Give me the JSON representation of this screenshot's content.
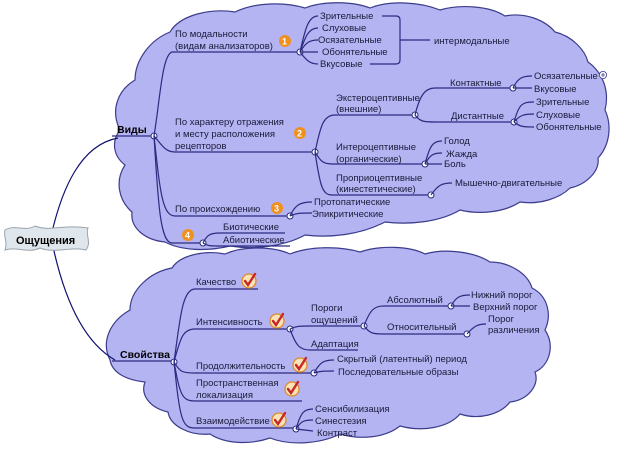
{
  "colors": {
    "cloud_fill": "#b4b4f2",
    "cloud_stroke": "#3c3c8c",
    "line": "#2b2b80",
    "badge": "#f0901e",
    "check": "#c0392b"
  },
  "root": {
    "label": "Ощущения"
  },
  "types": {
    "label": "Виды",
    "modality": {
      "label_line1": "По модальности",
      "label_line2": "(видам анализаторов)",
      "badge": "1",
      "items": [
        "Зрительные",
        "Слуховые",
        "Осязательные",
        "Обонятельные",
        "Вкусовые"
      ],
      "intermodal": "интермодальные"
    },
    "receptors": {
      "label_line1": "По характеру отражения",
      "label_line2": "и месту расположения",
      "label_line3": "рецепторов",
      "badge": "2",
      "extero": {
        "label_line1": "Экстероцептивные",
        "label_line2": "(внешние)",
        "contact": {
          "label": "Контактные",
          "items": [
            "Осязательные",
            "Вкусовые"
          ],
          "expand_icon": "plus-circle-icon"
        },
        "distant": {
          "label": "Дистантные",
          "items": [
            "Зрительные",
            "Слуховые",
            "Обонятельные"
          ]
        }
      },
      "intero": {
        "label_line1": "Интероцептивные",
        "label_line2": "(органические)",
        "items": [
          "Голод",
          "Жажда",
          "Боль"
        ]
      },
      "proprio": {
        "label_line1": "Проприоцептивные",
        "label_line2": "(кинестетические)",
        "items": [
          "Мышечно-двигательные"
        ]
      }
    },
    "origin": {
      "label": "По происхождению",
      "badge": "3",
      "items": [
        "Протопатические",
        "Эпикритические"
      ]
    },
    "bio": {
      "badge": "4",
      "items": [
        "Биотические",
        "Абиотические"
      ]
    }
  },
  "properties": {
    "label": "Свойства",
    "quality": {
      "label": "Качество",
      "icon": "check-icon"
    },
    "intensity": {
      "label": "Интенсивность",
      "icon": "check-icon",
      "thresholds": {
        "label_line1": "Пороги",
        "label_line2": "ощущений",
        "absolute": {
          "label": "Абсолютный",
          "items": [
            "Нижний порог",
            "Верхний порог"
          ]
        },
        "relative": {
          "label": "Относительный",
          "items_line1": "Порог",
          "items_line2": "различения"
        }
      },
      "adaptation": "Адаптация"
    },
    "duration": {
      "label": "Продолжительность",
      "icon": "check-icon",
      "items": [
        "Скрытый (латентный) период",
        "Последовательные образы"
      ]
    },
    "spatial": {
      "label_line1": "Пространственная",
      "label_line2": "локализация",
      "icon": "check-icon"
    },
    "interaction": {
      "label": "Взаимодействие",
      "icon": "check-icon",
      "items": [
        "Сенсибилизация",
        "Синестезия",
        "Контраст"
      ]
    }
  }
}
